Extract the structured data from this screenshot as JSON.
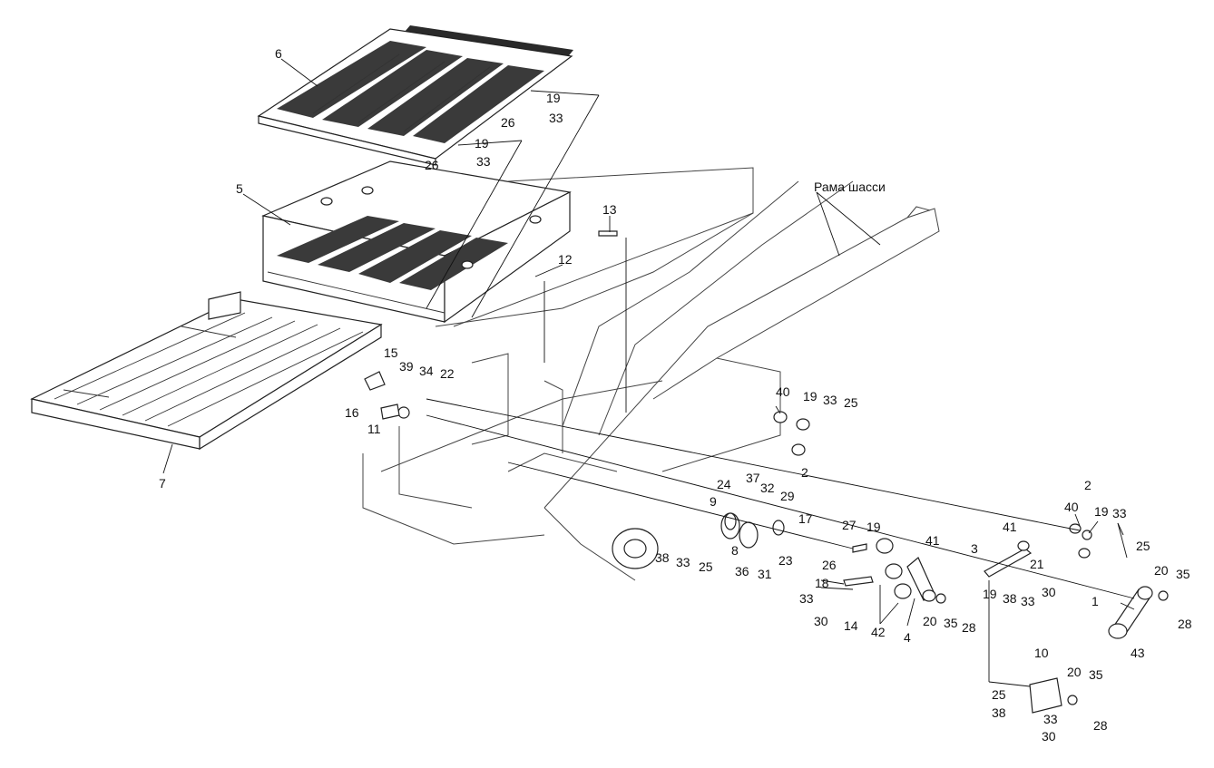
{
  "diagram": {
    "frame_label": "Рама шасси",
    "labels": {
      "n1": "1",
      "n2a": "2",
      "n2b": "2",
      "n3": "3",
      "n4": "4",
      "n5": "5",
      "n6": "6",
      "n7": "7",
      "n8": "8",
      "n9": "9",
      "n10": "10",
      "n11": "11",
      "n12": "12",
      "n13": "13",
      "n14": "14",
      "n15": "15",
      "n16": "16",
      "n17": "17",
      "n18": "18",
      "n19a": "19",
      "n19b": "19",
      "n19c": "19",
      "n19d": "19",
      "n19e": "19",
      "n19f": "19",
      "n20a": "20",
      "n20b": "20",
      "n20c": "20",
      "n21": "21",
      "n22": "22",
      "n23": "23",
      "n24": "24",
      "n25a": "25",
      "n25b": "25",
      "n25c": "25",
      "n25d": "25",
      "n26a": "26",
      "n26b": "26",
      "n26c": "26",
      "n27": "27",
      "n28a": "28",
      "n28b": "28",
      "n28c": "28",
      "n29": "29",
      "n30a": "30",
      "n30b": "30",
      "n30c": "30",
      "n31": "31",
      "n32": "32",
      "n33a": "33",
      "n33b": "33",
      "n33c": "33",
      "n33d": "33",
      "n33e": "33",
      "n33f": "33",
      "n33g": "33",
      "n33h": "33",
      "n34": "34",
      "n35a": "35",
      "n35b": "35",
      "n35c": "35",
      "n36": "36",
      "n37": "37",
      "n38a": "38",
      "n38b": "38",
      "n38c": "38",
      "n39": "39",
      "n40a": "40",
      "n40b": "40",
      "n41a": "41",
      "n41b": "41",
      "n42": "42",
      "n43": "43"
    }
  }
}
